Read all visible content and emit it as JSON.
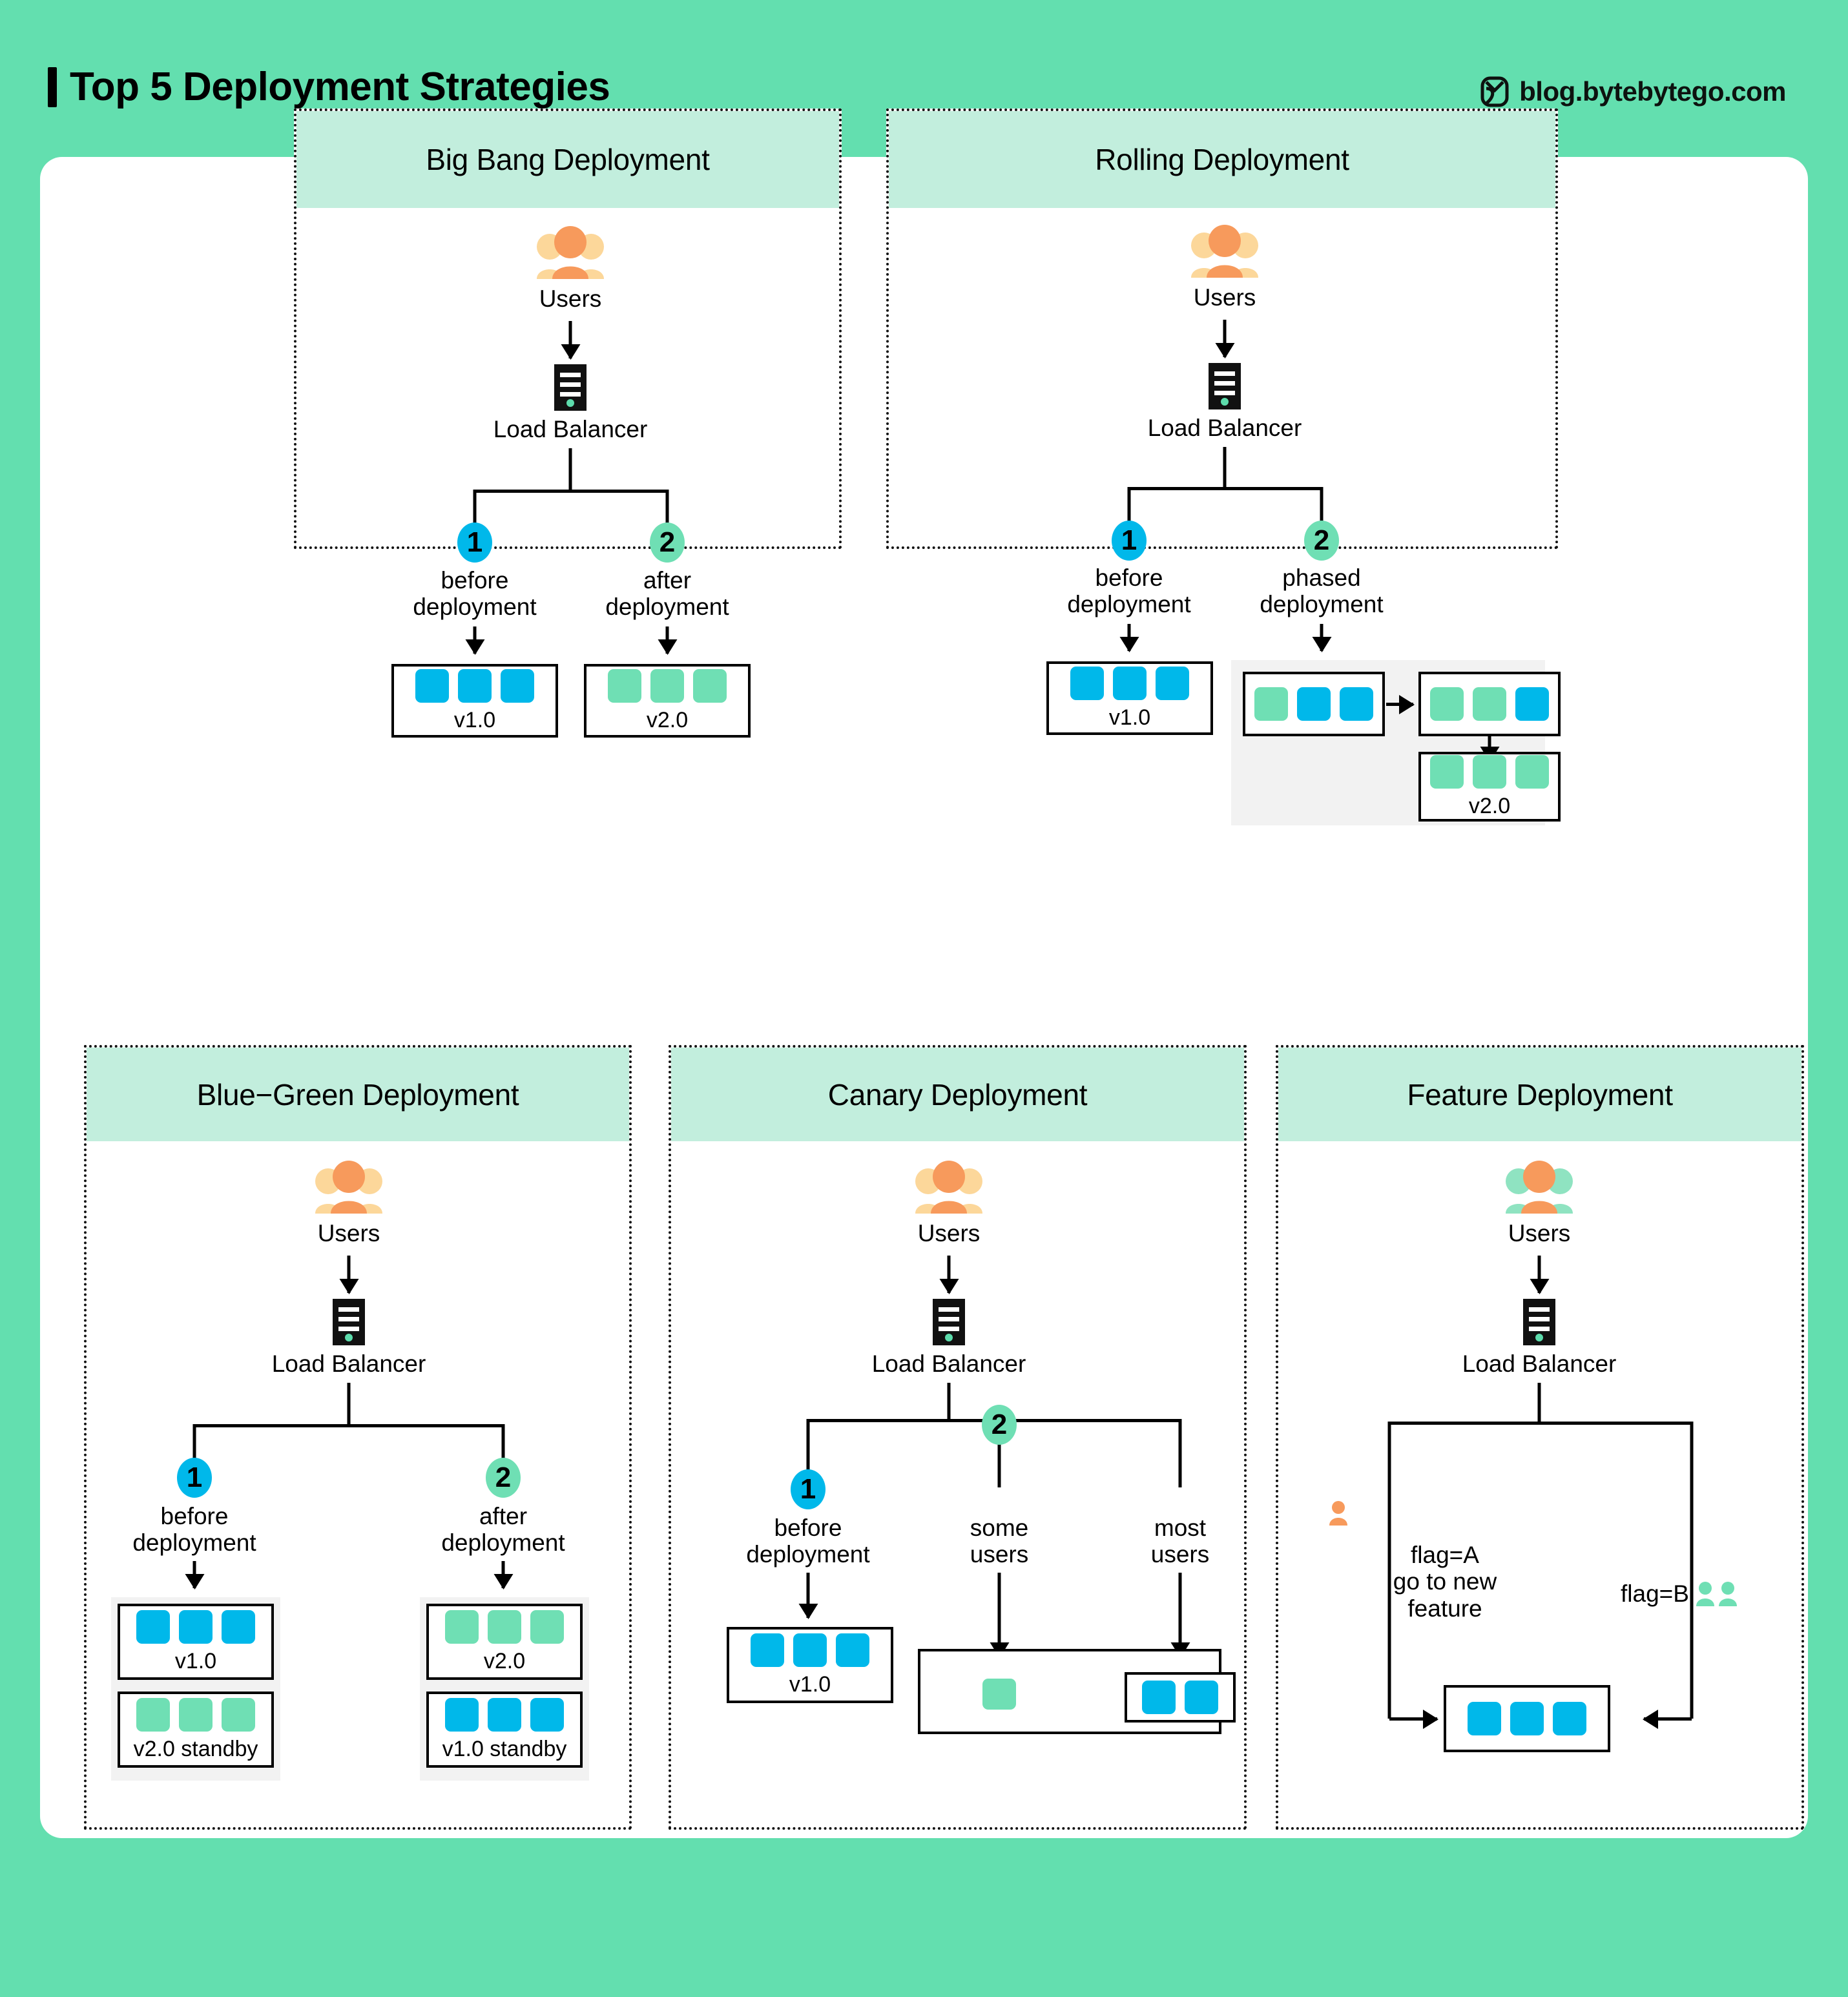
{
  "header": {
    "title": "Top 5 Deployment Strategies",
    "brand": "blog.bytebytego.com",
    "brand_icon": "bytebytego-logo-icon"
  },
  "colors": {
    "page_background": "#63dfaf",
    "card_background": "#ffffff",
    "panel_header": "#c2eedd",
    "blue": "#00b8ea",
    "green": "#6fdfb4",
    "orange": "#f79a5c",
    "peach": "#fcd79a",
    "grey_zone": "#f2f2f2",
    "stroke": "#000000"
  },
  "common": {
    "users_label": "Users",
    "load_balancer_label": "Load Balancer",
    "users_icon": "users-icon",
    "server_icon": "server-icon"
  },
  "panels": [
    {
      "id": "big-bang",
      "title": "Big Bang Deployment",
      "branches": [
        {
          "badge": "1",
          "badge_color": "blue",
          "label": "before\ndeployment",
          "box_version": "v1.0",
          "node_colors": [
            "blue",
            "blue",
            "blue"
          ]
        },
        {
          "badge": "2",
          "badge_color": "green",
          "label": "after\ndeployment",
          "box_version": "v2.0",
          "node_colors": [
            "green",
            "green",
            "green"
          ]
        }
      ]
    },
    {
      "id": "rolling",
      "title": "Rolling Deployment",
      "branches": [
        {
          "badge": "1",
          "badge_color": "blue",
          "label": "before\ndeployment",
          "box_version": "v1.0",
          "node_colors": [
            "blue",
            "blue",
            "blue"
          ]
        },
        {
          "badge": "2",
          "badge_color": "green",
          "label": "phased\ndeployment"
        }
      ],
      "phases": [
        {
          "node_colors": [
            "green",
            "blue",
            "blue"
          ],
          "version": ""
        },
        {
          "node_colors": [
            "green",
            "green",
            "blue"
          ],
          "version": ""
        },
        {
          "node_colors": [
            "green",
            "green",
            "green"
          ],
          "version": "v2.0"
        }
      ]
    },
    {
      "id": "blue-green",
      "title": "Blue−Green Deployment",
      "branches": [
        {
          "badge": "1",
          "badge_color": "blue",
          "label": "before\ndeployment",
          "boxes": [
            {
              "version": "v1.0",
              "node_colors": [
                "blue",
                "blue",
                "blue"
              ]
            },
            {
              "version": "v2.0 standby",
              "node_colors": [
                "green",
                "green",
                "green"
              ]
            }
          ]
        },
        {
          "badge": "2",
          "badge_color": "green",
          "label": "after\ndeployment",
          "boxes": [
            {
              "version": "v2.0",
              "node_colors": [
                "green",
                "green",
                "green"
              ]
            },
            {
              "version": "v1.0 standby",
              "node_colors": [
                "blue",
                "blue",
                "blue"
              ]
            }
          ]
        }
      ]
    },
    {
      "id": "canary",
      "title": "Canary Deployment",
      "branches": [
        {
          "badge": "1",
          "badge_color": "blue",
          "label": "before\ndeployment",
          "box_version": "v1.0",
          "node_colors": [
            "blue",
            "blue",
            "blue"
          ]
        },
        {
          "badge": "2",
          "badge_color": "green",
          "label_some": "some\nusers",
          "label_most": "most\nusers"
        }
      ],
      "canary_some_node": "green",
      "canary_most_nodes": [
        "blue",
        "blue"
      ]
    },
    {
      "id": "feature",
      "title": "Feature Deployment",
      "flag_a_label": "flag=A\ngo to new\nfeature",
      "flag_b_label": "flag=B",
      "box_node_colors": [
        "blue",
        "blue",
        "blue"
      ],
      "flag_a_icon": "single-user-orange-icon",
      "flag_b_icon": "two-users-green-icon"
    }
  ]
}
